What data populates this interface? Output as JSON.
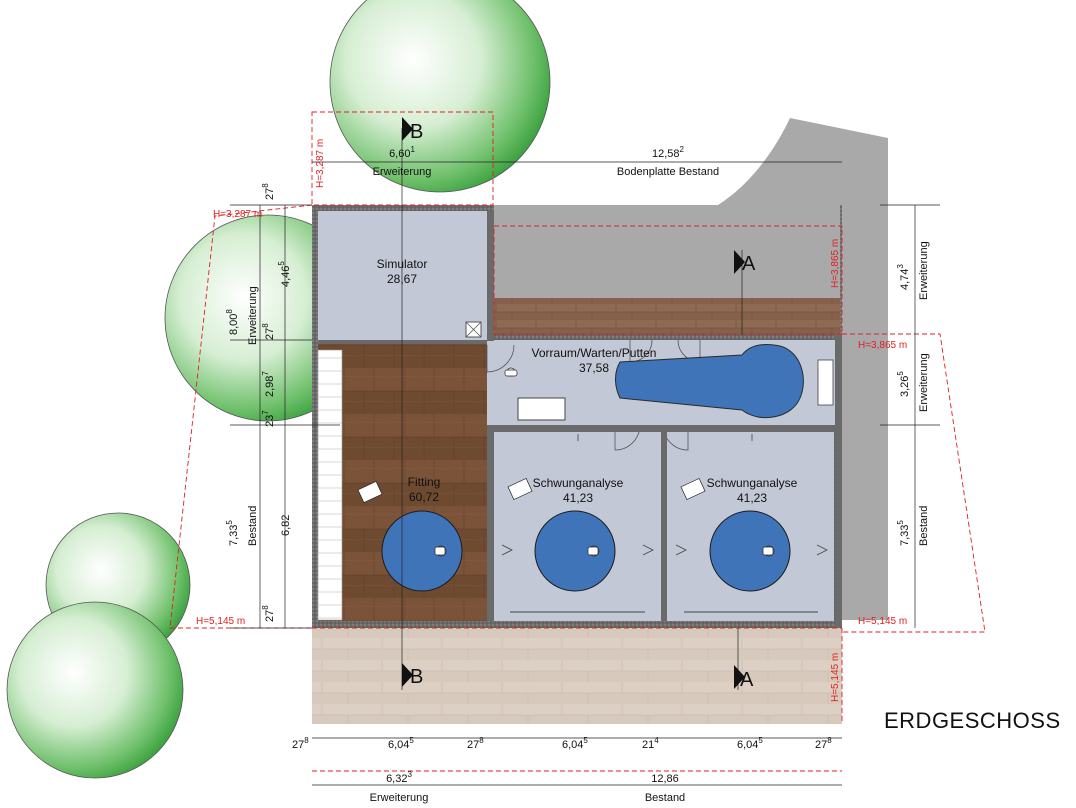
{
  "title": "ERDGESCHOSS",
  "rooms": {
    "simulator": {
      "name": "Simulator",
      "area": "28,67"
    },
    "vorraum": {
      "name": "Vorraum/Warten/Putten",
      "area": "37,58"
    },
    "fitting": {
      "name": "Fitting",
      "area": "60,72"
    },
    "schwung1": {
      "name": "Schwunganalyse",
      "area": "41,23"
    },
    "schwung2": {
      "name": "Schwunganalyse",
      "area": "41,23"
    }
  },
  "section_markers": {
    "a": "A",
    "b": "B"
  },
  "heights": {
    "h_left_top": "H=3,287 m",
    "h_vert_top": "H=3,287 m",
    "h_mid_vert": "H=3,865 m",
    "h_right_top": "H=3,865 m",
    "h_left_bottom": "H=5,145 m",
    "h_right_bottom": "H=5,145 m",
    "h_vert_bottom": "H=5,145 m"
  },
  "dims_top": {
    "erw_value": "6,60",
    "erw_sup": "1",
    "erw_label": "Erweiterung",
    "bp_value": "12,58",
    "bp_sup": "2",
    "bp_label": "Bodenplatte Bestand"
  },
  "dims_left": {
    "d27a": "27",
    "d27a_sup": "8",
    "d446": "4,46",
    "d446_sup": "5",
    "d27b": "27",
    "d27b_sup": "8",
    "d298": "2,98",
    "d298_sup": "7",
    "d23": "23",
    "d23_sup": "7",
    "d682": "6,82",
    "d27c": "27",
    "d27c_sup": "8",
    "d800": "8,00",
    "d800_sup": "8",
    "d800_label": "Erweiterung",
    "d733": "7,33",
    "d733_sup": "5",
    "d733_label": "Bestand"
  },
  "dims_right": {
    "d474": "4,74",
    "d474_sup": "3",
    "d474_label": "Erweiterung",
    "d326": "3,26",
    "d326_sup": "5",
    "d326_label": "Erweiterung",
    "d733": "7,33",
    "d733_sup": "5",
    "d733_label": "Bestand"
  },
  "dims_bottom": {
    "b1": "27",
    "b1_sup": "8",
    "b2": "6,04",
    "b2_sup": "5",
    "b3": "27",
    "b3_sup": "8",
    "b4": "6,04",
    "b4_sup": "5",
    "b5": "21",
    "b5_sup": "4",
    "b6": "6,04",
    "b6_sup": "5",
    "b7": "27",
    "b7_sup": "8",
    "t1": "6,32",
    "t1_sup": "3",
    "t1_label": "Erweiterung",
    "t2": "12,86",
    "t2_label": "Bestand"
  },
  "colors": {
    "wall": "#6d6d6d",
    "room_fill": "#c3c8d6",
    "putting_blue": "#3f74b8",
    "wood": "#6e4a30",
    "terrace": "#d9cbc0",
    "tree_green": "#3aa33a",
    "dim_red": "#e02020",
    "gray_area": "#a9a9a9"
  }
}
